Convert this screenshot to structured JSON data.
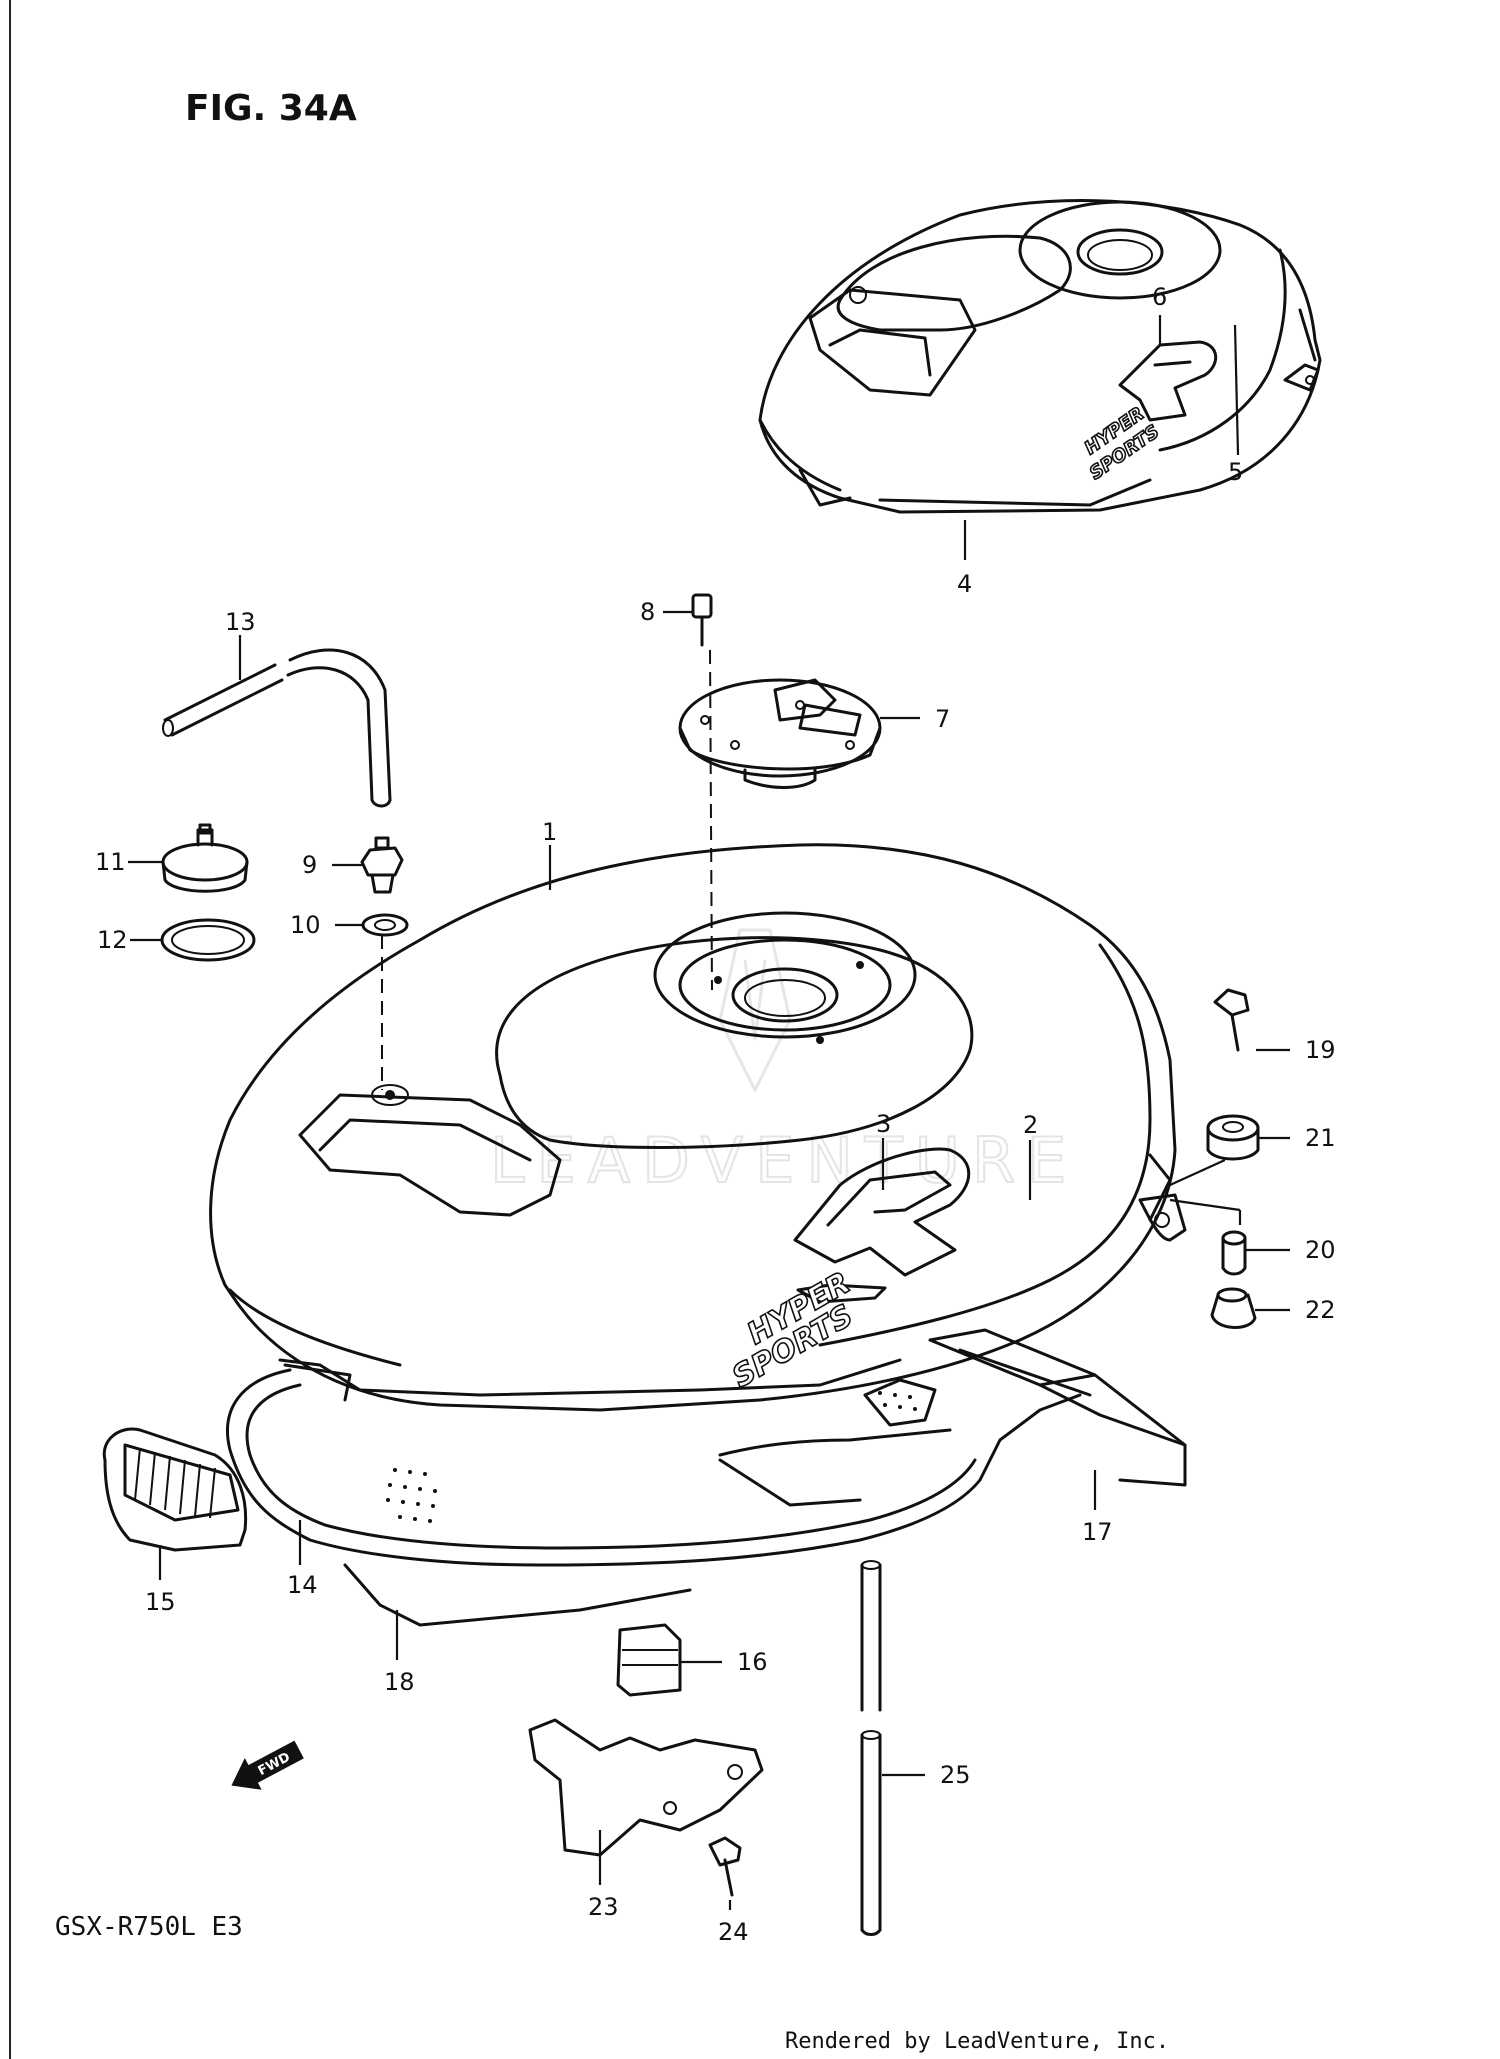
{
  "figure": {
    "title": "FIG. 34A",
    "model": "GSX-R750L  E3",
    "credit": "Rendered by LeadVenture, Inc.",
    "watermark": "LEADVENTURE"
  },
  "decal": {
    "line1": "HYPER",
    "line2": "SPORTS"
  },
  "direction_marker": "FWD",
  "callouts": [
    {
      "id": "1",
      "label": "1"
    },
    {
      "id": "2",
      "label": "2"
    },
    {
      "id": "3",
      "label": "3"
    },
    {
      "id": "4",
      "label": "4"
    },
    {
      "id": "5",
      "label": "5"
    },
    {
      "id": "6",
      "label": "6"
    },
    {
      "id": "7",
      "label": "7"
    },
    {
      "id": "8",
      "label": "8"
    },
    {
      "id": "9",
      "label": "9"
    },
    {
      "id": "10",
      "label": "10"
    },
    {
      "id": "11",
      "label": "11"
    },
    {
      "id": "12",
      "label": "12"
    },
    {
      "id": "13",
      "label": "13"
    },
    {
      "id": "14",
      "label": "14"
    },
    {
      "id": "15",
      "label": "15"
    },
    {
      "id": "16",
      "label": "16"
    },
    {
      "id": "17",
      "label": "17"
    },
    {
      "id": "18",
      "label": "18"
    },
    {
      "id": "19",
      "label": "19"
    },
    {
      "id": "20",
      "label": "20"
    },
    {
      "id": "21",
      "label": "21"
    },
    {
      "id": "22",
      "label": "22"
    },
    {
      "id": "23",
      "label": "23"
    },
    {
      "id": "24",
      "label": "24"
    },
    {
      "id": "25",
      "label": "25"
    }
  ]
}
